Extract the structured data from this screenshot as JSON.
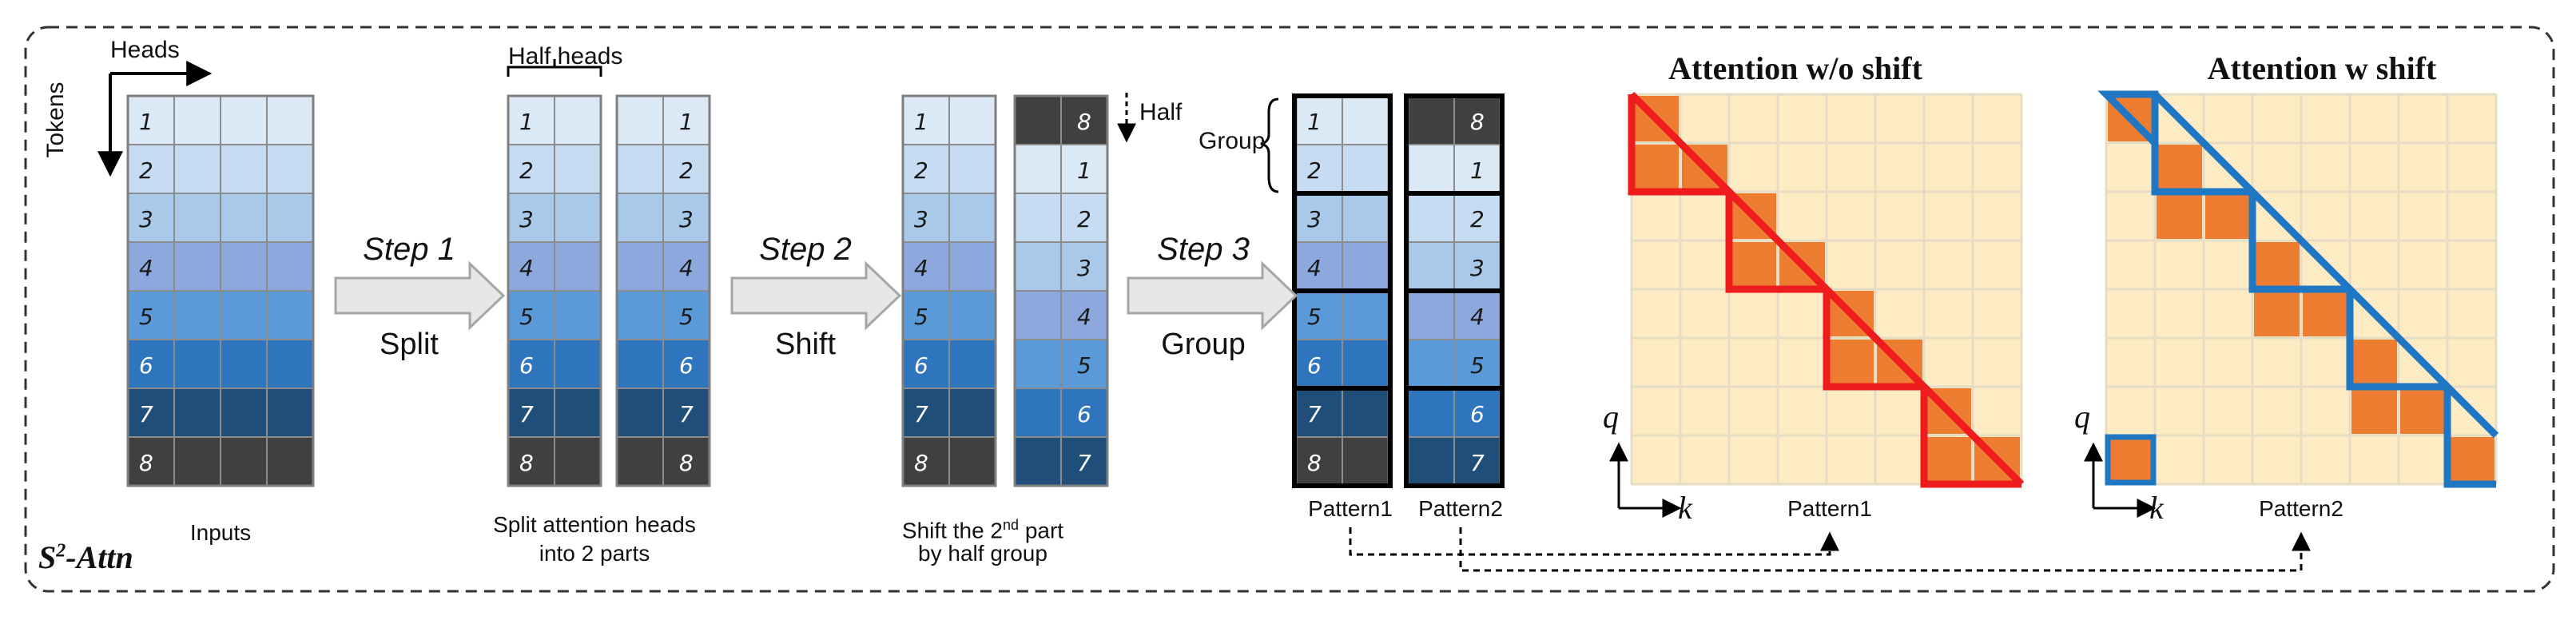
{
  "labels": {
    "heads": "Heads",
    "tokens": "Tokens",
    "half_heads": "Half heads",
    "half": "Half",
    "group": "Group",
    "inputs": "Inputs",
    "split_caption_1": "Split attention heads",
    "split_caption_2": "into 2 parts",
    "shift_caption_1a": "Shift the 2",
    "shift_caption_sup": "nd",
    "shift_caption_1b": " part",
    "shift_caption_2": "by half group",
    "pattern1": "Pattern1",
    "pattern2": "Pattern2",
    "s2_attn_base": "S",
    "s2_attn_sup": "2",
    "s2_attn_rest": "-Attn",
    "q": "q",
    "k": "k"
  },
  "steps": [
    {
      "step": "Step 1",
      "action": "Split"
    },
    {
      "step": "Step 2",
      "action": "Shift"
    },
    {
      "step": "Step 3",
      "action": "Group"
    }
  ],
  "panels": [
    {
      "title": "Attention w/o shift",
      "pattern": "Pattern1",
      "outline_color": "#ee1c1c"
    },
    {
      "title": "Attention w shift",
      "pattern": "Pattern2",
      "outline_color": "#1f77c4"
    }
  ],
  "tokens": [
    "1",
    "2",
    "3",
    "4",
    "5",
    "6",
    "7",
    "8"
  ],
  "shifted_order": [
    "8",
    "1",
    "2",
    "3",
    "4",
    "5",
    "6",
    "7"
  ],
  "colors": {
    "token_shades": [
      "#dbe9f7",
      "#c5dcf2",
      "#a9c9ea",
      "#8da8dc",
      "#5b9ad9",
      "#2e75bd",
      "#1f4e79",
      "#404040"
    ],
    "grid_bg": "#fdebc4",
    "highlight": "#ef7d31",
    "arrow_fill": "#e7e7e7"
  }
}
